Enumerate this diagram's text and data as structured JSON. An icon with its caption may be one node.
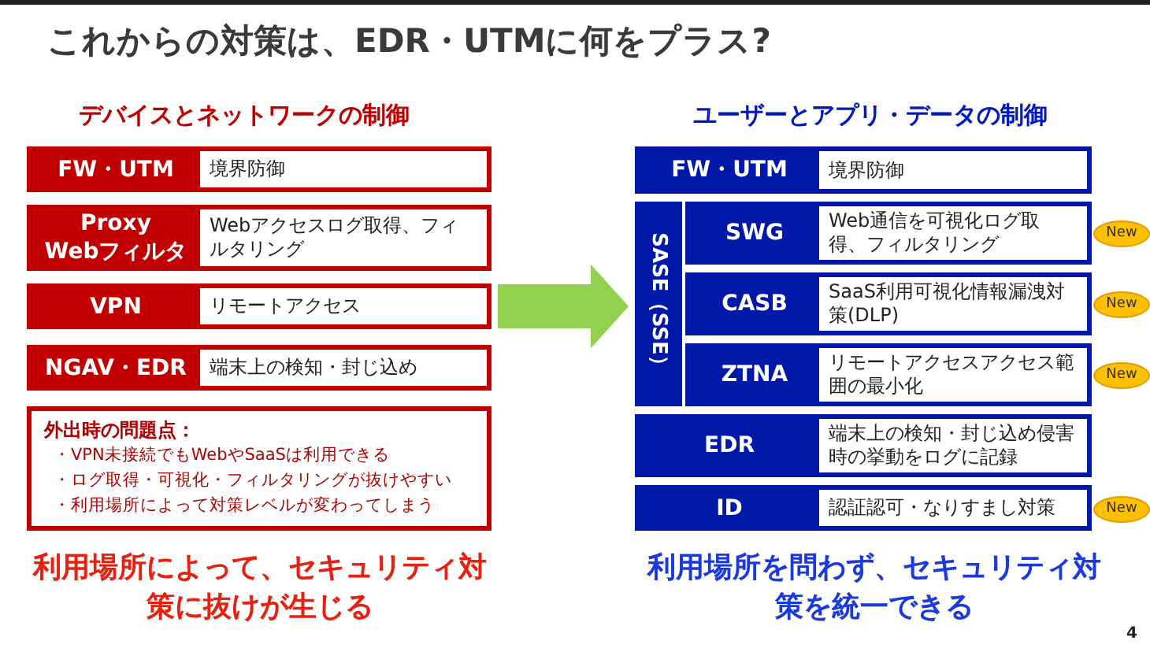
{
  "diagram": {
    "title": "これからの対策は、EDR・UTMに何をプラス?",
    "nodes": [
      {
        "text": [
          "FW・UTM",
          "境界防御"
        ]
      },
      {
        "text": [
          "Proxy Webフィルタ",
          "Webアクセスログ取得、フィルタリング"
        ]
      },
      {
        "text": [
          "VPN",
          "リモートアクセス"
        ]
      },
      {
        "text": [
          "NGAV・EDR",
          "端末上の検知・封じ込め"
        ]
      },
      {
        "text": [
          "外出時の問題点：",
          "・VPN未接続でもWebやSaaSは利用できる",
          "・ログ取得・可視化・フィルタリングが抜けやすい",
          "・利用場所によって対策レベルが変わってしまう"
        ]
      },
      {
        "text": [
          "FW・UTM",
          "境界防御"
        ]
      },
      {
        "text": [
          "SASE（SSE）"
        ]
      },
      {
        "text": [
          "SWG",
          "Web通信を可視化ログ取得、フィルタリング"
        ],
        "beside": [
          "New"
        ]
      },
      {
        "text": [
          "CASB",
          "SaaS利用可視化情報漏洩対策(DLP)"
        ],
        "beside": [
          "New"
        ]
      },
      {
        "text": [
          "ZTNA",
          "リモートアクセスアクセス範囲の最小化"
        ],
        "beside": [
          "New"
        ]
      },
      {
        "text": [
          "EDR",
          "端末上の検知・封じ込め侵害時の挙動をログに記録"
        ]
      },
      {
        "text": [
          "ID",
          "認証認可・なりすまし対策"
        ],
        "beside": [
          "New"
        ]
      }
    ],
    "edges": [
      {
        "from": 2,
        "to": 6,
        "arrow": "to",
        "style": "thick",
        "color": "#92d050"
      }
    ],
    "labels": [
      "デバイスとネットワークの制御",
      "ユーザーとアプリ・データの制御",
      "利用場所によって、セキュリティ対策に抜けが生じる",
      "利用場所を問わず、セキュリティ対策を統一できる",
      "4"
    ]
  }
}
